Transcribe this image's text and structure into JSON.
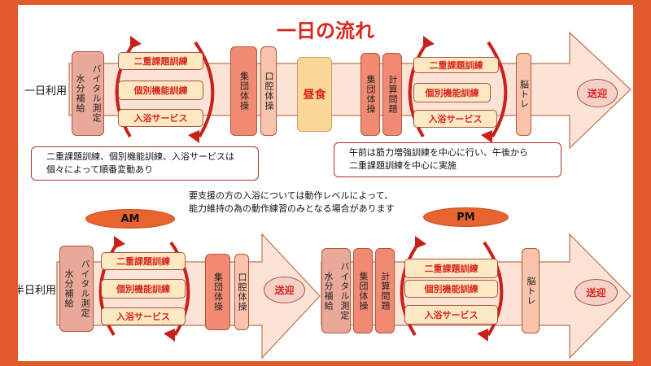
{
  "title": "一日の流れ",
  "full_day": {
    "label": "一日利用",
    "vital": {
      "col1": "水分補給",
      "col2": "バイタル測定"
    },
    "group1": [
      "二重課題訓練",
      "個別機能訓練",
      "入浴サービス"
    ],
    "exercise1": "集団体操",
    "oral": "口腔体操",
    "lunch": "昼食",
    "exercise2": "集団体操",
    "calc": "計算問題",
    "group2": [
      "二重課題訓練",
      "個別機能訓練",
      "入浴サービス"
    ],
    "brain": "脳トレ",
    "transport": "送迎"
  },
  "notes": {
    "left": [
      "二重課題訓練、個別機能訓練、入浴サービスは",
      "個々によって順番変動あり"
    ],
    "right": [
      "午前は筋力増強訓練を中心に行い、午後から",
      "二重課題訓練を中心に実施"
    ],
    "center": [
      "要支援の方の入浴については動作レベルによって、",
      "能力維持の為の動作練習のみとなる場合があります"
    ]
  },
  "half_day": {
    "label": "半日利用",
    "am": "AM",
    "pm": "PM",
    "am_flow": {
      "vital": {
        "col1": "水分補給",
        "col2": "バイタル測定"
      },
      "group": [
        "二重課題訓練",
        "個別機能訓練",
        "入浴サービス"
      ],
      "exercise": "集団体操",
      "oral": "口腔体操",
      "transport": "送迎"
    },
    "pm_flow": {
      "vital": {
        "col1": "水分補給",
        "col2": "バイタル測定"
      },
      "exercise": "集団体操",
      "calc": "計算問題",
      "group": [
        "二重課題訓練",
        "個別機能訓練",
        "入浴サービス"
      ],
      "brain": "脳トレ",
      "transport": "送迎"
    }
  }
}
